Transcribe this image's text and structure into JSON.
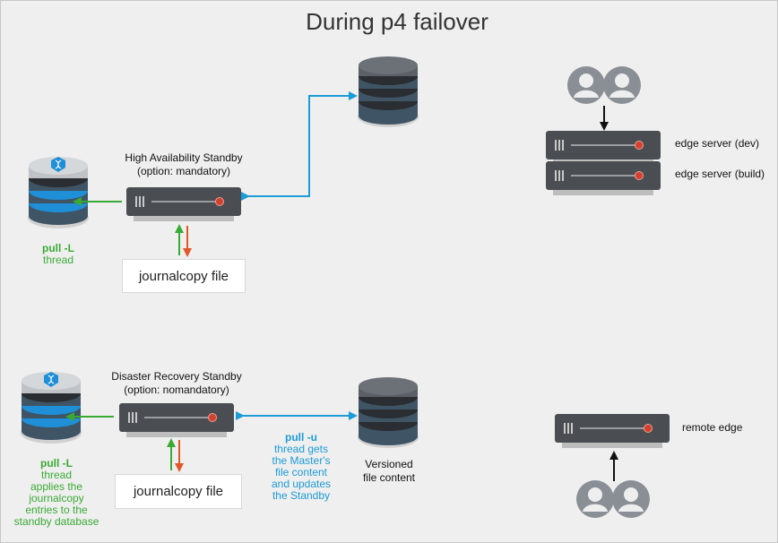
{
  "title": "During p4 failover",
  "ha_standby": {
    "label_line1": "High Availability Standby",
    "label_line2": "(option: mandatory)",
    "pull_l": "pull -L",
    "pull_l_sub": "thread",
    "journal_file": "journalcopy file"
  },
  "dr_standby": {
    "label_line1": "Disaster Recovery Standby",
    "label_line2": "(option: nomandatory)",
    "pull_l": "pull -L",
    "pull_l_desc": [
      "thread",
      "applies the",
      "journalcopy",
      "entries to the",
      "standby database"
    ],
    "journal_file": "journalcopy file",
    "pull_u": "pull -u",
    "pull_u_desc": [
      "thread gets",
      "the Master's",
      "file content",
      "and updates",
      "the Standby"
    ],
    "versioned_line1": "Versioned",
    "versioned_line2": "file content"
  },
  "edge": {
    "dev": "edge server (dev)",
    "build": "edge server (build)",
    "remote": "remote edge"
  },
  "icons": [
    "database-icon",
    "server-icon",
    "users-icon",
    "dna-badge-icon"
  ],
  "colors": {
    "green_arrow": "#3aaa35",
    "orange_arrow": "#e2572a",
    "blue_connector": "#1c9bd6",
    "server_body": "#4a4d52",
    "db_band": "#1f8fd8"
  }
}
